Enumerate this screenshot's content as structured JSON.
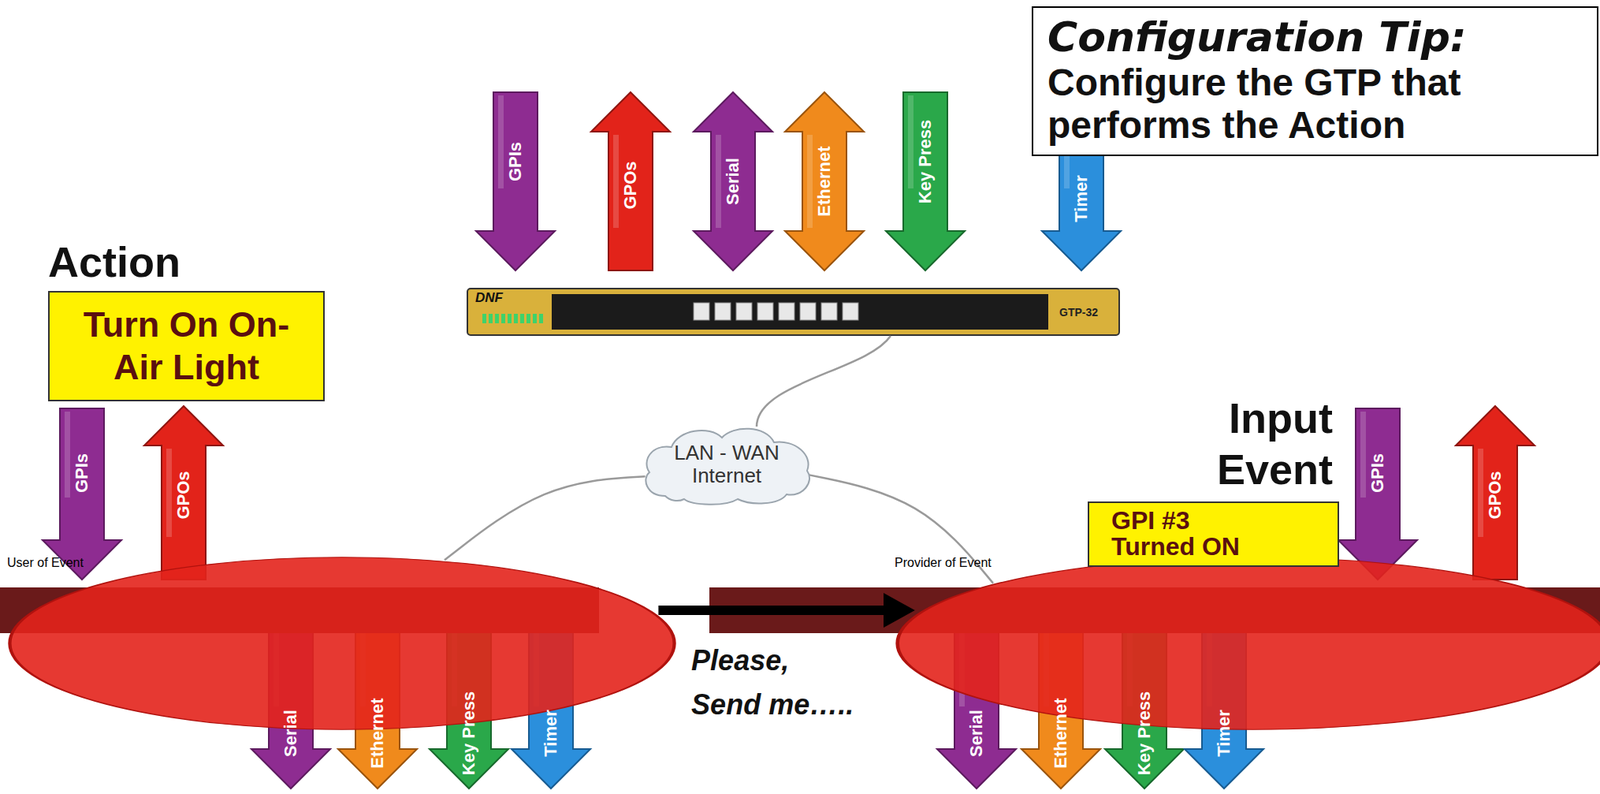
{
  "diagram": {
    "nodes": [
      {
        "text": [
          "Configuration Tip:",
          "Configure the GTP that performs the Action"
        ]
      },
      {
        "text": [
          "Action",
          "Turn On On-Air Light"
        ]
      },
      {
        "text": [
          "LAN - WAN Internet"
        ]
      },
      {
        "text": [
          "Input Event",
          "GPI #3 Turned ON"
        ]
      },
      {
        "text": [
          "User of Event"
        ]
      },
      {
        "text": [
          "Provider of Event"
        ]
      }
    ],
    "edges": [
      {
        "from": 4,
        "to": 5,
        "arrow": "to",
        "label": "Please, Send me….."
      },
      {
        "from": 2,
        "to": 4,
        "arrow": "none"
      },
      {
        "from": 2,
        "to": 5,
        "arrow": "none"
      }
    ],
    "labels": [
      "GPIs",
      "GPOs",
      "Serial",
      "Ethernet",
      "Key Press",
      "Timer",
      "GPIs",
      "GPOs",
      "Serial",
      "Ethernet",
      "Key Press",
      "Timer",
      "GPIs",
      "GPOs",
      "Serial",
      "Ethernet",
      "Key Press",
      "Timer",
      "DNF",
      "GTP-32"
    ]
  }
}
